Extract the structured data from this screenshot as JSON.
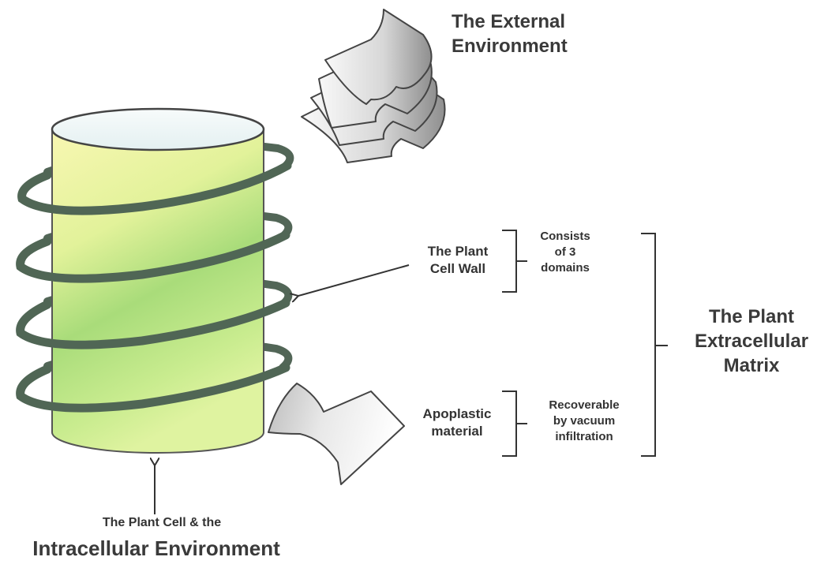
{
  "labels": {
    "external_environment": "The External\nEnvironment",
    "plant_cell_wall": "The Plant\nCell Wall",
    "consists_of_3_domains": "Consists\nof 3\ndomains",
    "plant_extracellular_matrix": "The Plant\nExtracellular\nMatrix",
    "apoplastic_material": "Apoplastic\nmaterial",
    "recoverable_by_vacuum_infiltration": "Recoverable\nby vacuum\ninfiltration",
    "plant_cell_intracellular_small": "The Plant Cell & the",
    "intracellular_environment": "Intracellular Environment"
  },
  "colors": {
    "cylinder_top": "#eef6f6",
    "cylinder_body_light": "#f6f7a6",
    "cylinder_body_mid": "#c7ec8a",
    "cylinder_body_green": "#9fd673",
    "coil": "#506655",
    "arrow_grey_light": "#f7f7f7",
    "arrow_grey_dark": "#8f8f8f",
    "line": "#333333"
  }
}
